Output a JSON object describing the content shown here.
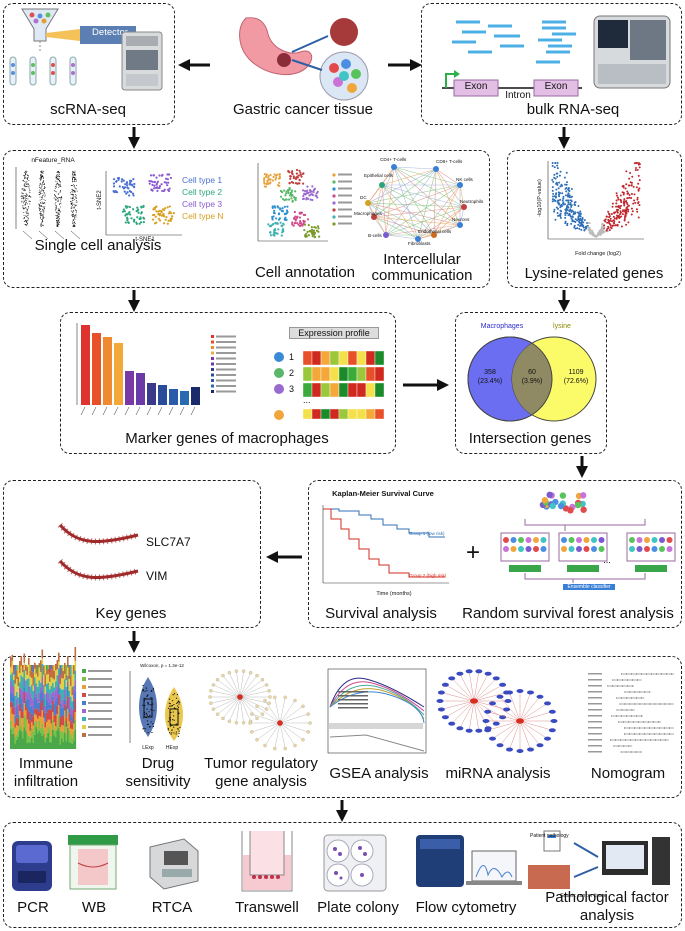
{
  "sample": {
    "label": "Gastric cancer tissue"
  },
  "scrna": {
    "label": "scRNA-seq",
    "detector_label": "Detector"
  },
  "bulk": {
    "label": "bulk RNA-seq",
    "exon1": "Exon",
    "intron": "Intron",
    "exon2": "Exon"
  },
  "single_cell": {
    "analysis_label": "Single cell analysis",
    "annotation_label": "Cell annotation",
    "communication_label_1": "Intercellular",
    "communication_label_2": "communication",
    "violin_title": "nFeature_RNA",
    "tsne_x": "t-SNE1",
    "tsne_y": "t-SNE2",
    "cell_types": [
      "Cell type 1",
      "Cell type 2",
      "Cell type 3",
      "Cell type N"
    ],
    "network_nodes": [
      "CD4+ T-cells",
      "CD8+ T-cells",
      "NK cells",
      "Epithelial cells",
      "DC",
      "Macrophages",
      "Neutrophils",
      "Neurons",
      "B-cells",
      "Endothelial cells",
      "Fibroblasts"
    ]
  },
  "lysine": {
    "label": "Lysine-related genes",
    "xlabel": "Fold change (log2)",
    "ylabel": "-log10(P-value)"
  },
  "markers": {
    "label": "Marker genes of macrophages",
    "heatmap_title": "Expression profile",
    "rows": [
      "1",
      "2",
      "3",
      "..."
    ]
  },
  "intersection": {
    "label": "Intersection genes",
    "left_name": "Macrophages",
    "right_name": "lysine",
    "left_count": "358",
    "left_pct": "(23.4%)",
    "mid_count": "60",
    "mid_pct": "(3.9%)",
    "right_count": "1109",
    "right_pct": "(72.6%)"
  },
  "key_genes": {
    "label": "Key genes",
    "gene1": "SLC7A7",
    "gene2": "VIM"
  },
  "survival": {
    "label": "Survival analysis",
    "title": "Kaplan-Meier Survival Curve",
    "xlabel": "Time (months)",
    "group_low": "Group 1 (low risk)",
    "group_high": "Group 2 (high risk)"
  },
  "rsf": {
    "label": "Random survival forest analysis",
    "ensemble": "Ensemble classifier",
    "plus": "+",
    "ellipsis": "..."
  },
  "downstream": {
    "immune": "Immune infiltration",
    "drug_1": "Drug",
    "drug_2": "sensitivity",
    "drug_stat": "Wilcoxon, p = 1.3e-12",
    "drug_groups": [
      "LExp",
      "HExp"
    ],
    "tumor_1": "Tumor regulatory",
    "tumor_2": "gene analysis",
    "gsea": "GSEA analysis",
    "mirna": "miRNA analysis",
    "nomogram": "Nomogram"
  },
  "experiments": {
    "pcr": "PCR",
    "wb": "WB",
    "rtca": "RTCA",
    "transwell": "Transwell",
    "plate": "Plate colony",
    "flow": "Flow cytometry",
    "patho_1": "Pathological factor",
    "patho_2": "analysis",
    "patient_pathology": "Patient pathology",
    "gastric_tissue": "Gastric cancer tissue"
  },
  "colors": {
    "red": "#d62d20",
    "blue": "#2f6fb8",
    "venn_left": "#6b6ef0",
    "venn_right": "#fbfb6a",
    "venn_mid": "#8f8a63"
  }
}
